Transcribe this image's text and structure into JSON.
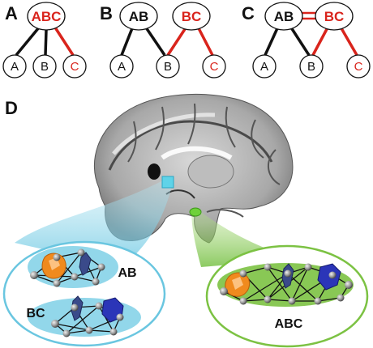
{
  "panels": {
    "a": {
      "label": "A",
      "top": "ABC",
      "leaves": [
        "A",
        "B",
        "C"
      ]
    },
    "b": {
      "label": "B",
      "tops": [
        "AB",
        "BC"
      ],
      "leaves": [
        "A",
        "B",
        "C"
      ]
    },
    "c": {
      "label": "C",
      "tops": [
        "AB",
        "BC"
      ],
      "leaves": [
        "A",
        "B",
        "C"
      ]
    },
    "d": {
      "label": "D",
      "left_clusters": [
        "AB",
        "BC"
      ],
      "right_cluster": "ABC"
    }
  },
  "colors": {
    "accent_red": "#d9241c",
    "edge_black": "#111111",
    "blue_zoom": "#7fd0e6",
    "green_zoom": "#7cc243"
  }
}
